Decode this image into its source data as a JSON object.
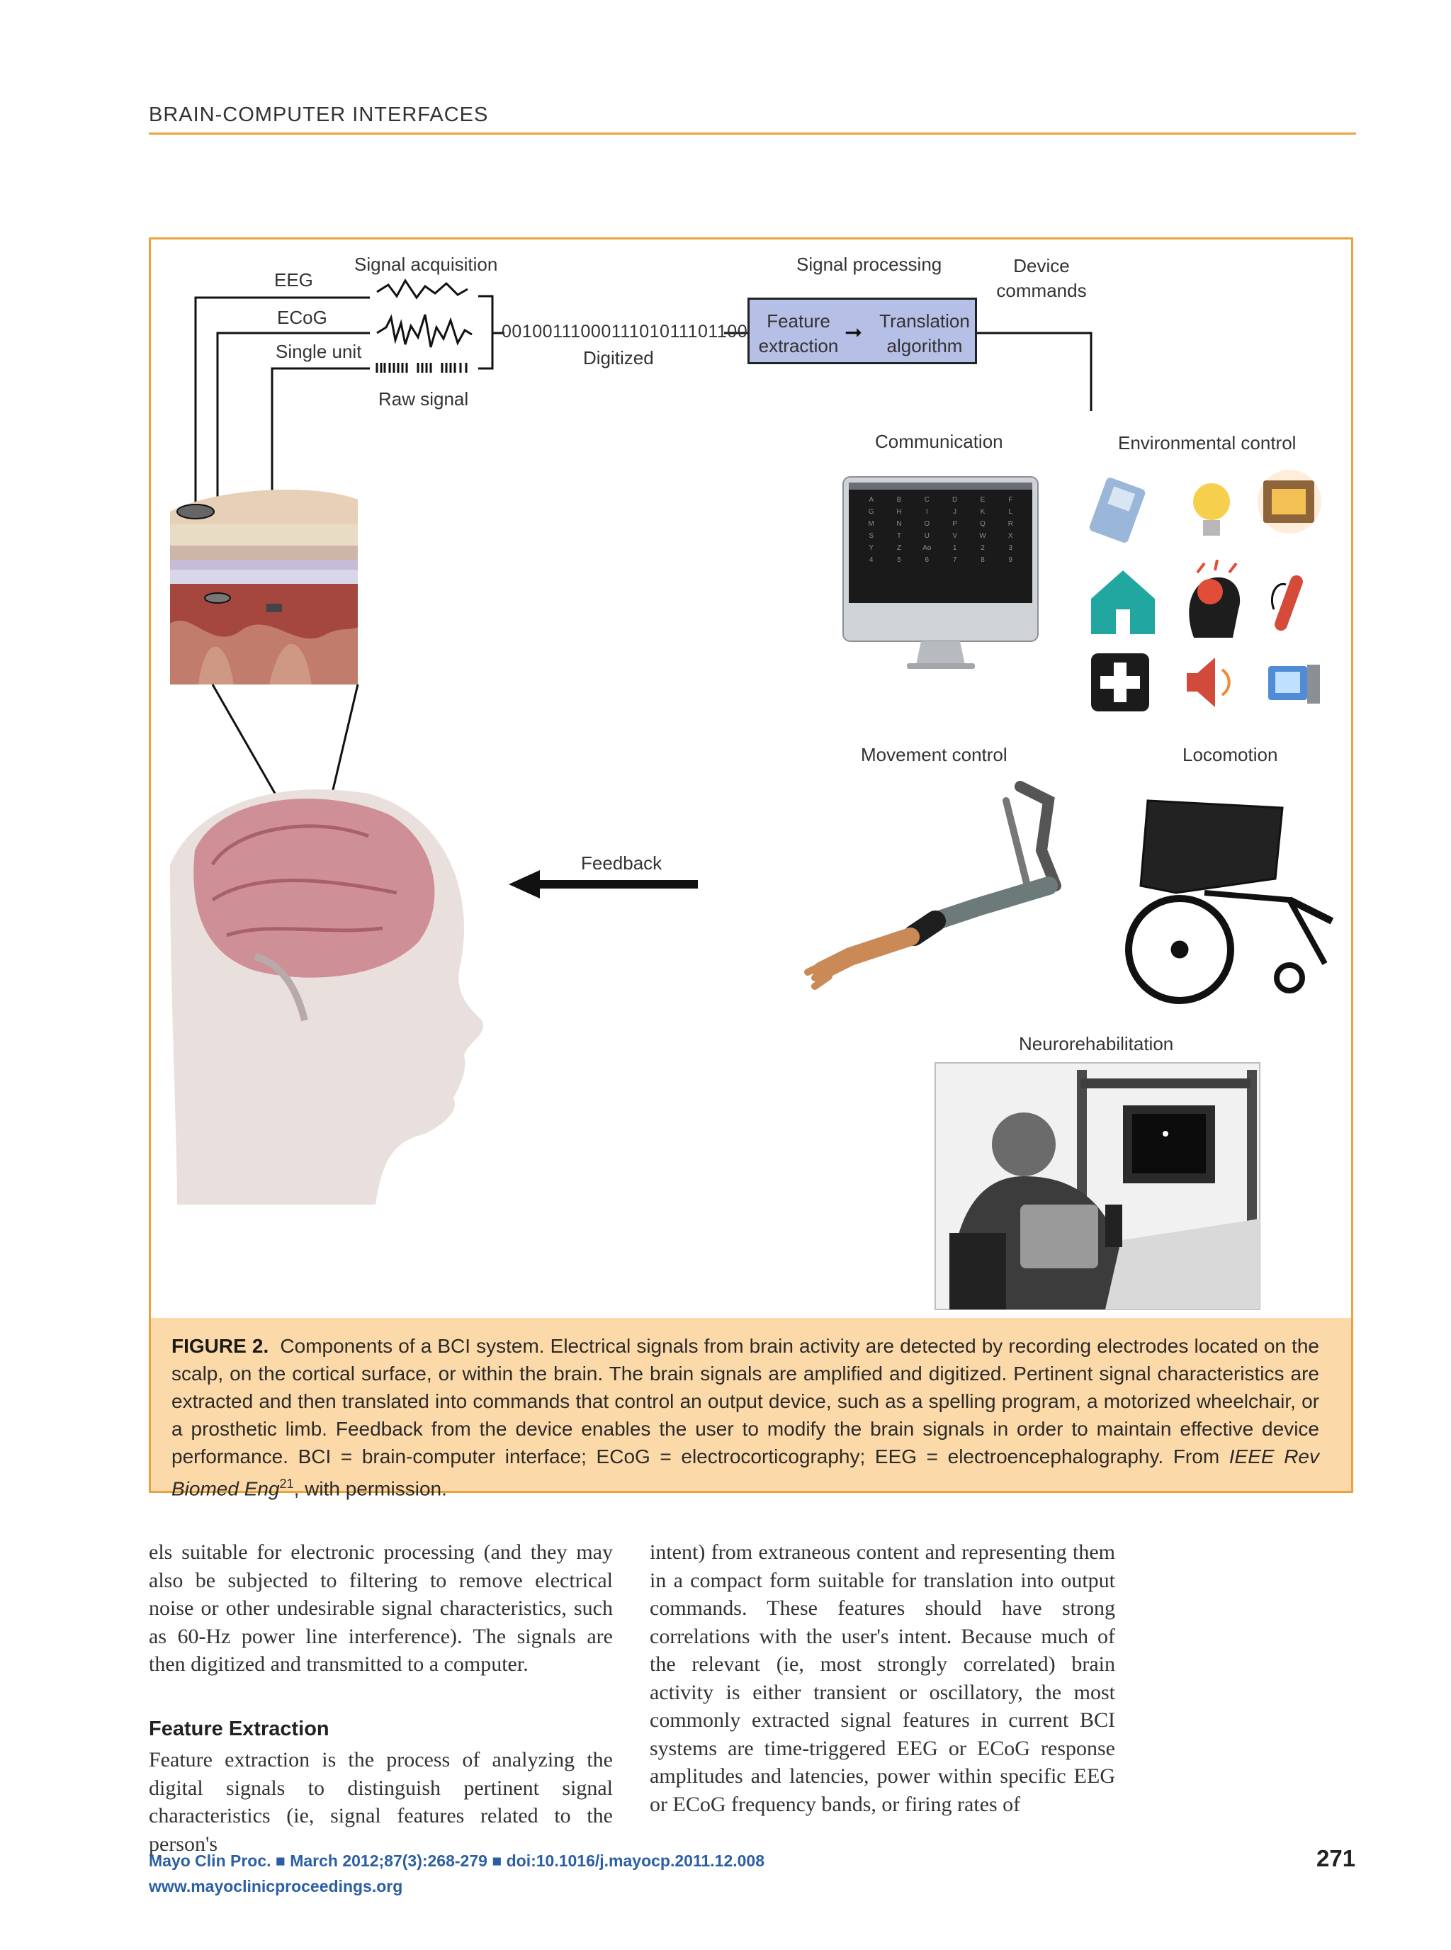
{
  "header": {
    "running_title": "BRAIN-COMPUTER INTERFACES"
  },
  "figure": {
    "labels": {
      "eeg": "EEG",
      "ecog": "ECoG",
      "single_unit": "Single unit",
      "signal_acquisition": "Signal acquisition",
      "raw_signal": "Raw signal",
      "binary": "0010011100011101011101100",
      "digitized": "Digitized",
      "signal_processing": "Signal processing",
      "feature_extraction_1": "Feature",
      "feature_extraction_2": "extraction",
      "translation_1": "Translation",
      "translation_2": "algorithm",
      "device_commands_1": "Device",
      "device_commands_2": "commands",
      "communication": "Communication",
      "environmental_control": "Environmental control",
      "movement_control": "Movement control",
      "locomotion": "Locomotion",
      "feedback": "Feedback",
      "neurorehabilitation": "Neurorehabilitation"
    },
    "speller_letters": [
      "A",
      "B",
      "C",
      "D",
      "E",
      "F",
      "G",
      "H",
      "I",
      "J",
      "K",
      "L",
      "M",
      "N",
      "O",
      "P",
      "Q",
      "R",
      "S",
      "T",
      "U",
      "V",
      "W",
      "X",
      "Y",
      "Z",
      "Ao",
      "1",
      "2",
      "3",
      "4",
      "5",
      "6",
      "7",
      "8",
      "9"
    ],
    "caption": {
      "label": "FIGURE 2.",
      "text": "Components of a BCI system. Electrical signals from brain activity are detected by recording electrodes located on the scalp, on the cortical surface, or within the brain. The brain signals are amplified and digitized. Pertinent signal characteristics are extracted and then translated into commands that control an output device, such as a spelling program, a motorized wheelchair, or a prosthetic limb. Feedback from the device enables the user to modify the brain signals in order to maintain effective device performance. BCI = brain-computer interface; ECoG = electrocorticography; EEG = electroencephalography. From ",
      "source": "IEEE Rev Biomed Eng",
      "ref": "21",
      "tail": ", with permission."
    }
  },
  "body": {
    "col1_p1": "els suitable for electronic processing (and they may also be subjected to filtering to remove electrical noise or other undesirable signal characteristics, such as 60-Hz power line interference). The signals are then digitized and transmitted to a computer.",
    "section_heading": "Feature Extraction",
    "col1_p2": "Feature extraction is the process of analyzing the digital signals to distinguish pertinent signal characteristics (ie, signal features related to the person's",
    "col2_p1": "intent) from extraneous content and representing them in a compact form suitable for translation into output commands. These features should have strong correlations with the user's intent. Because much of the relevant (ie, most strongly correlated) brain activity is either transient or oscillatory, the most commonly extracted signal features in current BCI systems are time-triggered EEG or ECoG response amplitudes and latencies, power within specific EEG or ECoG frequency bands, or firing rates of"
  },
  "footer": {
    "citation": "Mayo Clin Proc.  ■  March 2012;87(3):268-279  ■  doi:10.1016/j.mayocp.2011.12.008",
    "url": "www.mayoclinicproceedings.org",
    "page_number": "271"
  },
  "colors": {
    "accent": "#e8a33c",
    "caption_bg": "#fcd9a8",
    "proc_box": "#b6bfe6",
    "link": "#2b5fa3"
  }
}
